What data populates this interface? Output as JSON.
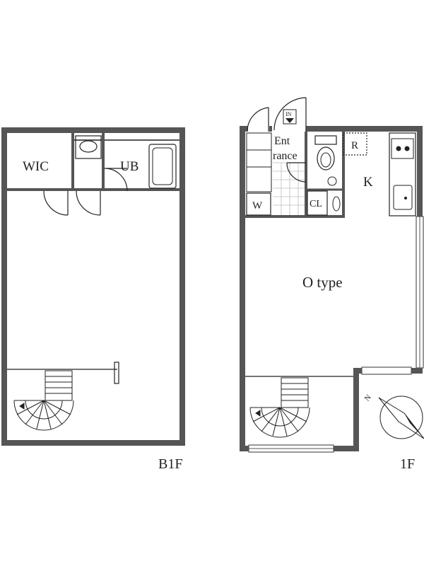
{
  "floors": {
    "b1f": {
      "label": "B1F",
      "rooms": {
        "wic": "WIC",
        "ub": "UB"
      }
    },
    "f1": {
      "label": "1F",
      "rooms": {
        "entrance_line1": "Ent",
        "entrance_line2": "rance",
        "refrigerator": "R",
        "kitchen": "K",
        "washer": "W",
        "closet": "CL",
        "main_room": "O type"
      },
      "entry_marker": "IN"
    }
  },
  "compass": {
    "north_label": "N"
  },
  "colors": {
    "wall": "#555555",
    "line": "#222222",
    "grid": "#bbbbbb",
    "background": "#ffffff"
  }
}
